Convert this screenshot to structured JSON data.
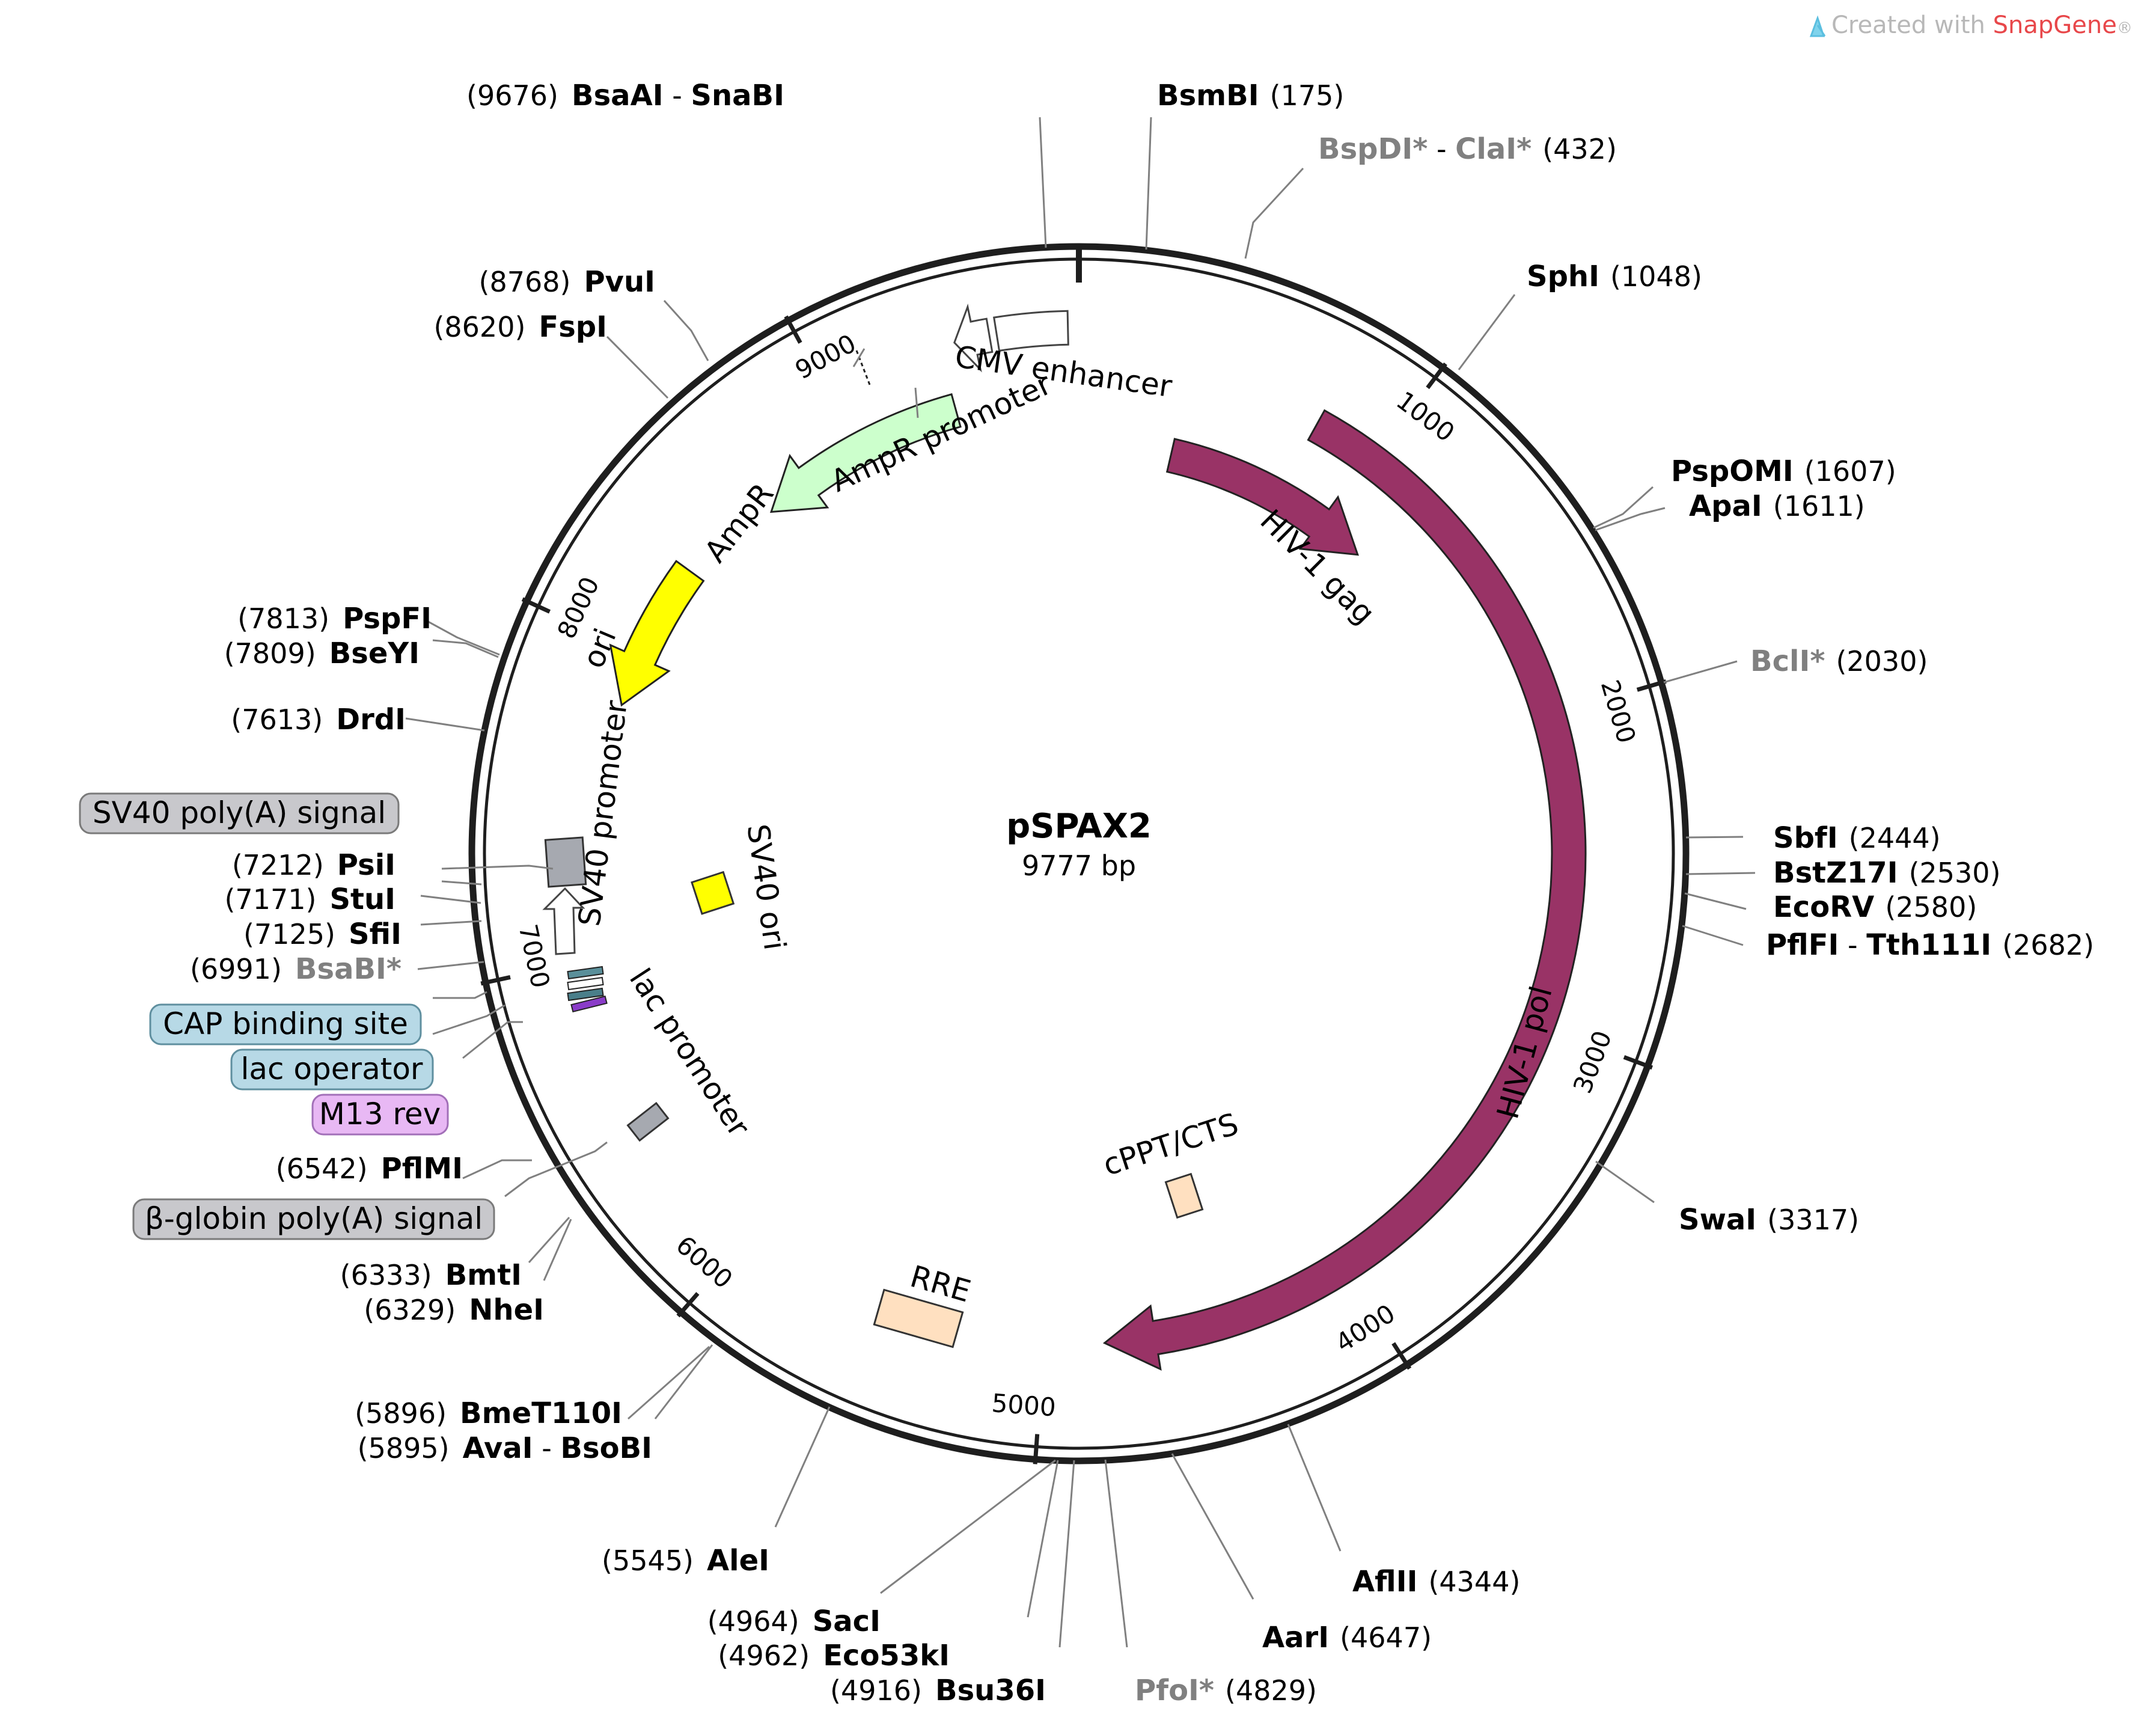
{
  "branding": {
    "prefix": "Created with ",
    "brand": "SnapGene",
    "suffix": "®",
    "brand_color": "#e8474a"
  },
  "plasmid": {
    "name": "pSPAX2",
    "size_label": "9777 bp",
    "total_bp": 9777
  },
  "ticks": [
    {
      "bp": 1000,
      "label": "1000"
    },
    {
      "bp": 2000,
      "label": "2000"
    },
    {
      "bp": 3000,
      "label": "3000"
    },
    {
      "bp": 4000,
      "label": "4000"
    },
    {
      "bp": 5000,
      "label": "5000"
    },
    {
      "bp": 6000,
      "label": "6000"
    },
    {
      "bp": 7000,
      "label": "7000"
    },
    {
      "bp": 8000,
      "label": "8000"
    },
    {
      "bp": 9000,
      "label": "9000"
    }
  ],
  "enzymes": [
    {
      "id": "bsaai-snabi",
      "pos": "(9676)",
      "names": [
        "BsaAI",
        " - ",
        "SnaBI"
      ],
      "gray": false
    },
    {
      "id": "bsmbi",
      "pos": "(175)",
      "names": [
        "BsmBI"
      ],
      "gray": false
    },
    {
      "id": "bspdi-clai",
      "pos": "(432)",
      "names": [
        "BspDI*",
        " - ",
        "ClaI*"
      ],
      "gray": true
    },
    {
      "id": "sphi",
      "pos": "(1048)",
      "names": [
        "SphI"
      ],
      "gray": false
    },
    {
      "id": "pspomi",
      "pos": "(1607)",
      "names": [
        "PspOMI"
      ],
      "gray": false
    },
    {
      "id": "apai",
      "pos": "(1611)",
      "names": [
        "ApaI"
      ],
      "gray": false
    },
    {
      "id": "bcli",
      "pos": "(2030)",
      "names": [
        "BclI*"
      ],
      "gray": true
    },
    {
      "id": "sbfi",
      "pos": "(2444)",
      "names": [
        "SbfI"
      ],
      "gray": false
    },
    {
      "id": "bstz17i",
      "pos": "(2530)",
      "names": [
        "BstZ17I"
      ],
      "gray": false
    },
    {
      "id": "ecorv",
      "pos": "(2580)",
      "names": [
        "EcoRV"
      ],
      "gray": false
    },
    {
      "id": "pflfi-tth111i",
      "pos": "(2682)",
      "names": [
        "PflFI",
        " - ",
        "Tth111I"
      ],
      "gray": false
    },
    {
      "id": "swai",
      "pos": "(3317)",
      "names": [
        "SwaI"
      ],
      "gray": false
    },
    {
      "id": "aflii",
      "pos": "(4344)",
      "names": [
        "AflII"
      ],
      "gray": false
    },
    {
      "id": "aari",
      "pos": "(4647)",
      "names": [
        "AarI"
      ],
      "gray": false
    },
    {
      "id": "pfoi",
      "pos": "(4829)",
      "names": [
        "PfoI*"
      ],
      "gray": true
    },
    {
      "id": "bsu36i",
      "pos": "(4916)",
      "names": [
        "Bsu36I"
      ],
      "gray": false
    },
    {
      "id": "eco53ki",
      "pos": "(4962)",
      "names": [
        "Eco53kI"
      ],
      "gray": false
    },
    {
      "id": "saci",
      "pos": "(4964)",
      "names": [
        "SacI"
      ],
      "gray": false
    },
    {
      "id": "alei",
      "pos": "(5545)",
      "names": [
        "AleI"
      ],
      "gray": false
    },
    {
      "id": "avai-bsobi",
      "pos": "(5895)",
      "names": [
        "AvaI",
        " - ",
        "BsoBI"
      ],
      "gray": false
    },
    {
      "id": "bmet110i",
      "pos": "(5896)",
      "names": [
        "BmeT110I"
      ],
      "gray": false
    },
    {
      "id": "nhei",
      "pos": "(6329)",
      "names": [
        "NheI"
      ],
      "gray": false
    },
    {
      "id": "bmti",
      "pos": "(6333)",
      "names": [
        "BmtI"
      ],
      "gray": false
    },
    {
      "id": "pflmi",
      "pos": "(6542)",
      "names": [
        "PflMI"
      ],
      "gray": false
    },
    {
      "id": "bsabi",
      "pos": "(6991)",
      "names": [
        "BsaBI*"
      ],
      "gray": true
    },
    {
      "id": "sfii",
      "pos": "(7125)",
      "names": [
        "SfiI"
      ],
      "gray": false
    },
    {
      "id": "stui",
      "pos": "(7171)",
      "names": [
        "StuI"
      ],
      "gray": false
    },
    {
      "id": "psii",
      "pos": "(7212)",
      "names": [
        "PsiI"
      ],
      "gray": false
    },
    {
      "id": "drdi",
      "pos": "(7613)",
      "names": [
        "DrdI"
      ],
      "gray": false
    },
    {
      "id": "bseyi",
      "pos": "(7809)",
      "names": [
        "BseYI"
      ],
      "gray": false
    },
    {
      "id": "pspfi",
      "pos": "(7813)",
      "names": [
        "PspFI"
      ],
      "gray": false
    },
    {
      "id": "fspi",
      "pos": "(8620)",
      "names": [
        "FspI"
      ],
      "gray": false
    },
    {
      "id": "pvui",
      "pos": "(8768)",
      "names": [
        "PvuI"
      ],
      "gray": false
    }
  ],
  "features": {
    "hiv_gag": {
      "label": "HIV-1 gag",
      "color": "#993366"
    },
    "hiv_pol": {
      "label": "HIV-1 pol",
      "color": "#993366"
    },
    "cmv_enhancer": {
      "label": "CMV enhancer",
      "color": "#ffffff"
    },
    "ampr_promoter": {
      "label": "AmpR promoter",
      "color": "#ffffff"
    },
    "ampr": {
      "label": "AmpR",
      "color": "#ccffcc"
    },
    "ori": {
      "label": "ori",
      "color": "#ffff00"
    },
    "sv40_promoter": {
      "label": "SV40 promoter",
      "color": "#ffffff"
    },
    "sv40_ori": {
      "label": "SV40 ori",
      "color": "#ffff00"
    },
    "lac_promoter": {
      "label": "lac promoter",
      "color": "#ffffff"
    },
    "cppt_cts": {
      "label": "cPPT/CTS",
      "color": "#ffe0c0"
    },
    "rre": {
      "label": "RRE",
      "color": "#ffe0c0"
    }
  },
  "boxed_features": {
    "sv40_polya": {
      "label": "SV40 poly(A) signal",
      "color": "#c8c8cc"
    },
    "cap_site": {
      "label": "CAP binding site",
      "color": "#b7d9e6"
    },
    "lac_operator": {
      "label": "lac operator",
      "color": "#b7d9e6"
    },
    "m13_rev": {
      "label": "M13 rev",
      "color": "#e8b8f4"
    },
    "bglobin_polya": {
      "label": "β-globin poly(A) signal",
      "color": "#c8c8cc"
    }
  }
}
